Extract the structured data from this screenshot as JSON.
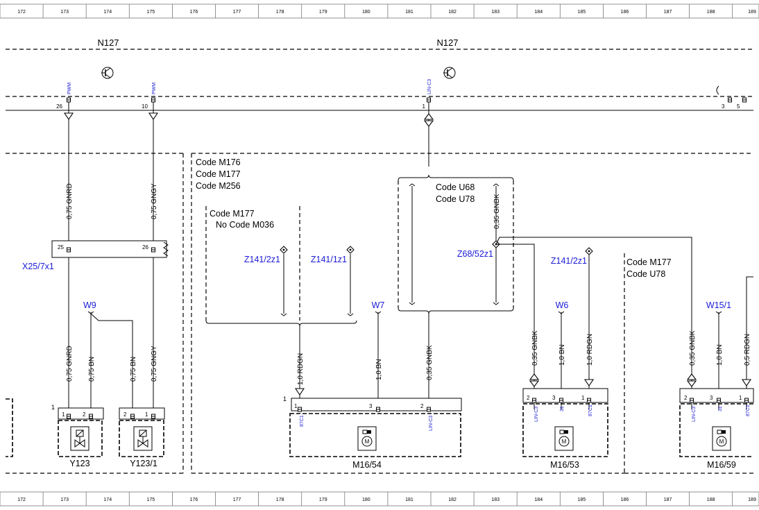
{
  "grid": [
    "172",
    "173",
    "174",
    "175",
    "176",
    "177",
    "178",
    "179",
    "180",
    "181",
    "182",
    "183",
    "184",
    "185",
    "186",
    "187",
    "188",
    "189"
  ],
  "modules": {
    "left": "N127",
    "right": "N127"
  },
  "top_pins": {
    "p26": {
      "num": "26",
      "sig": "PWM"
    },
    "p10": {
      "num": "10",
      "sig": "PWM"
    },
    "p1": {
      "num": "1",
      "sig": "LIN-C3"
    },
    "p3": "3",
    "p5": "5"
  },
  "codes": {
    "group1": [
      "Code M176",
      "Code M177",
      "Code M256"
    ],
    "group2": [
      "Code M177",
      "No Code M036"
    ],
    "group3": [
      "Code U68",
      "Code U78"
    ],
    "group4": [
      "Code M177",
      "Code U78"
    ]
  },
  "wires": {
    "w1": "0,75 GNRD",
    "w2": "0,75 GNGY",
    "w3": "0,75 GNRD",
    "w4": "0,75 BN",
    "w5": "0,75 BN",
    "w6": "0,75 GNGY",
    "w7": "0,35 GNBK",
    "w8": "1,0 RDGN",
    "w9": "1,0 BN",
    "w10": "0,35 GNBK",
    "w11": "0,35 GNBK",
    "w12": "1,0 BN",
    "w13": "1,0 RDGN",
    "w14": "0,35 GNBK",
    "w15": "1,0 BN",
    "w16": "0,5 RDGN"
  },
  "connector": {
    "name": "X25/7x1",
    "pin_a": "25",
    "pin_b": "26"
  },
  "splices": {
    "s1": "Z141/2z1",
    "s2": "Z141/1z1",
    "s3": "Z68/52z1",
    "s4": "Z141/2z1"
  },
  "grounds": {
    "g1": "W9",
    "g2": "W7",
    "g3": "W6",
    "g4": "W15/1"
  },
  "components": {
    "y123": {
      "name": "Y123",
      "conn": "1",
      "pin1": "1",
      "pin2": "2"
    },
    "y1231": {
      "name": "Y123/1",
      "pin1": "2",
      "pin2": "1"
    },
    "m1654": {
      "name": "M16/54",
      "conn": "1",
      "pin1": "1",
      "pin3": "3",
      "pin2": "2",
      "sig1": "87C1",
      "sig2": "LIN-C3"
    },
    "m1653": {
      "name": "M16/53",
      "pin2": "2",
      "pin3": "3",
      "pin1": "1",
      "sig2": "LIN-C3",
      "sig3": "31",
      "sig1": "87C1"
    },
    "m1659": {
      "name": "M16/59",
      "pin2": "2",
      "pin3": "3",
      "pin1": "1",
      "sig2": "LIN-C3",
      "sig3": "31",
      "sig1": "87C1"
    }
  }
}
